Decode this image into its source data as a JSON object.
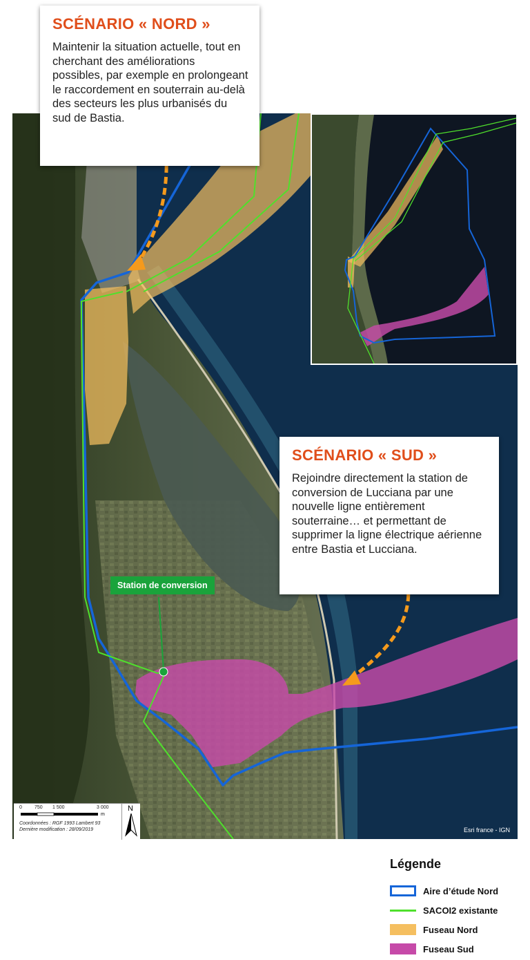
{
  "callouts": {
    "nord": {
      "title": "SCÉNARIO « NORD »",
      "text": "Maintenir la situation actuelle, tout en cherchant des améliorations possibles, par exemple en prolongeant le raccordement en souterrain au-delà des secteurs les plus urbanisés du sud de Bastia."
    },
    "sud": {
      "title": "SCÉNARIO « SUD »",
      "text": "Rejoindre directement la station de conversion de Lucciana par une nouvelle ligne entièrement souterraine… et permettant de supprimer la ligne électrique aérienne entre Bastia et Lucciana."
    }
  },
  "map": {
    "station_label": "Station de conversion",
    "credit": "Esri france - IGN",
    "scale": {
      "ticks": [
        "0",
        "750",
        "1 500",
        "3 000"
      ],
      "unit": "m",
      "coords_line1": "Coordonnées : RGF 1993 Lambert 93",
      "coords_line2": "Dernière modification : 28/09/2019"
    },
    "north_label": "N"
  },
  "legend": {
    "title": "Légende",
    "items": [
      {
        "label": "Aire d’étude Nord",
        "color": "#1565d8",
        "kind": "outline"
      },
      {
        "label": "SACOI2 existante",
        "color": "#4fe02c",
        "kind": "line"
      },
      {
        "label": "Fuseau Nord",
        "color": "#f5bf60",
        "kind": "fill"
      },
      {
        "label": "Fuseau Sud",
        "color": "#c64aa8",
        "kind": "fill"
      }
    ]
  },
  "colors": {
    "accent_title": "#e04e1b",
    "arrow": "#f59a1c",
    "station": "#1aa33b",
    "sea": "#0f2e4c"
  }
}
